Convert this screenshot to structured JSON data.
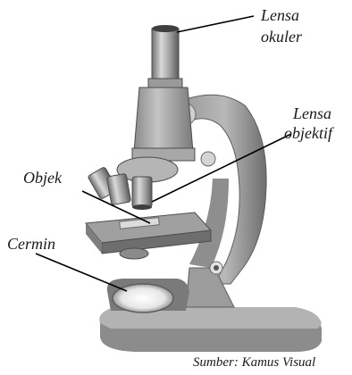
{
  "labels": {
    "eyepiece_line1": "Lensa",
    "eyepiece_line2": "okuler",
    "objective_line1": "Lensa",
    "objective_line2": "objektif",
    "object": "Objek",
    "mirror": "Cermin"
  },
  "source": "Sumber: Kamus Visual"
}
